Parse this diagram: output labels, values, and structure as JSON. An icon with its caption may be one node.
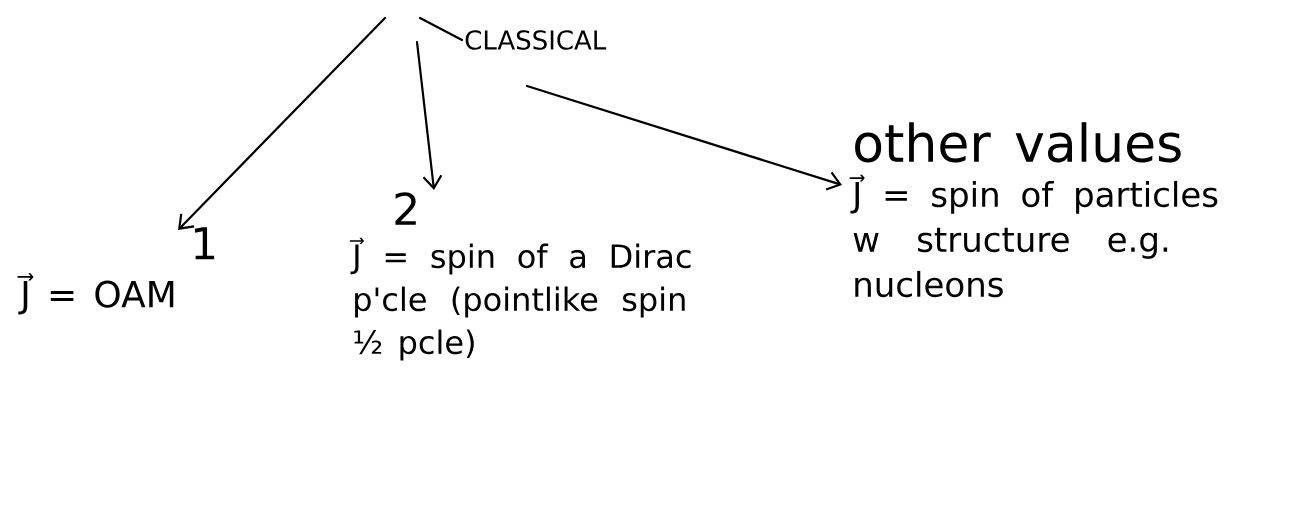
{
  "diagram": {
    "nodes": [
      {
        "text": [
          "CLASSICAL"
        ]
      },
      {
        "text": [
          "1",
          "J⃗ = OAM"
        ]
      },
      {
        "text": [
          "2",
          "J⃗ = spin of a Dirac p'cle (pointlike spin ½ pcle)"
        ]
      },
      {
        "text": [
          "other values",
          "J⃗ = spin of particles w structure e.g. nucleons"
        ]
      }
    ],
    "edges": [
      {
        "from": null,
        "to": 1,
        "arrow": "to"
      },
      {
        "from": null,
        "to": 2,
        "arrow": "to"
      },
      {
        "from": null,
        "to": 3,
        "arrow": "to"
      },
      {
        "from": 0,
        "to": null,
        "arrow": "none"
      }
    ]
  }
}
